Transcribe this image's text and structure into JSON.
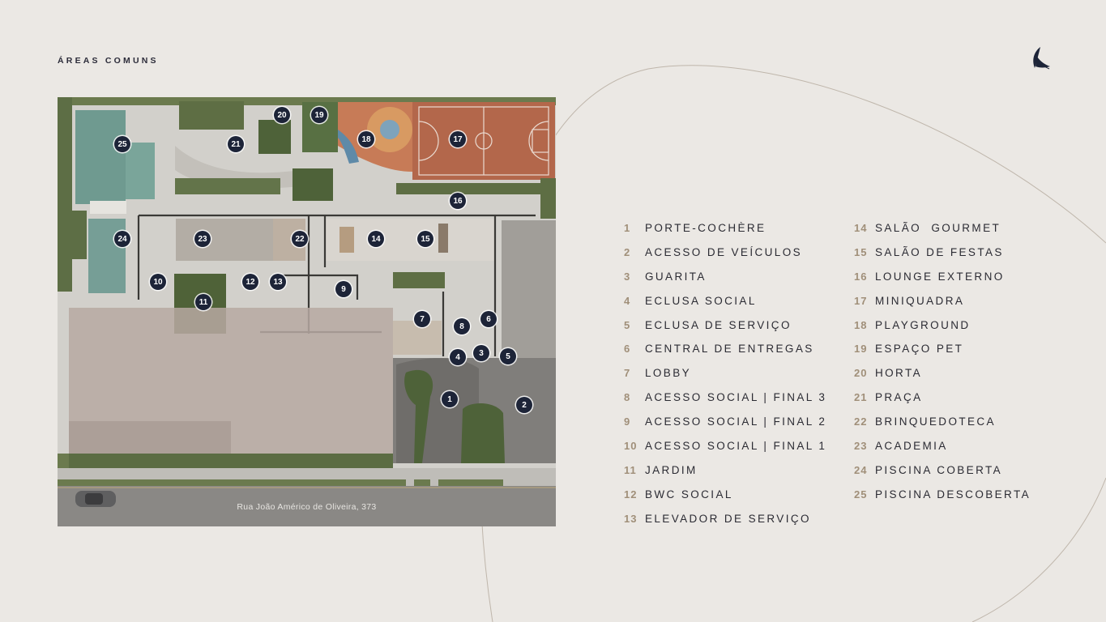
{
  "page": {
    "section_title": "ÁREAS COMUNS",
    "logo_icon": "stylized-wing-logo-icon",
    "accent_color": "#a08f79",
    "marker_color": "#1d2438",
    "background_color": "#ebe8e4"
  },
  "map": {
    "street_label": "Rua João Américo de Oliveira, 373",
    "markers": [
      "1",
      "2",
      "3",
      "4",
      "5",
      "6",
      "7",
      "8",
      "9",
      "10",
      "11",
      "12",
      "13",
      "14",
      "15",
      "16",
      "17",
      "18",
      "19",
      "20",
      "21",
      "22",
      "23",
      "24",
      "25"
    ]
  },
  "legend": {
    "col1": [
      {
        "num": "1",
        "label": "PORTE-COCHÈRE"
      },
      {
        "num": "2",
        "label": "ACESSO DE VEÍCULOS"
      },
      {
        "num": "3",
        "label": "GUARITA"
      },
      {
        "num": "4",
        "label": "ECLUSA SOCIAL"
      },
      {
        "num": "5",
        "label": "ECLUSA DE SERVIÇO"
      },
      {
        "num": "6",
        "label": "CENTRAL DE ENTREGAS"
      },
      {
        "num": "7",
        "label": "LOBBY"
      },
      {
        "num": "8",
        "label": "ACESSO SOCIAL | FINAL 3"
      },
      {
        "num": "9",
        "label": "ACESSO SOCIAL | FINAL 2"
      },
      {
        "num": "10",
        "label": "ACESSO SOCIAL | FINAL 1"
      },
      {
        "num": "11",
        "label": "JARDIM"
      },
      {
        "num": "12",
        "label": "BWC SOCIAL"
      },
      {
        "num": "13",
        "label": "ELEVADOR DE SERVIÇO"
      }
    ],
    "col2": [
      {
        "num": "14",
        "label": "SALÃO  GOURMET"
      },
      {
        "num": "15",
        "label": "SALÃO DE FESTAS"
      },
      {
        "num": "16",
        "label": "LOUNGE EXTERNO"
      },
      {
        "num": "17",
        "label": "MINIQUADRA"
      },
      {
        "num": "18",
        "label": "PLAYGROUND"
      },
      {
        "num": "19",
        "label": "ESPAÇO PET"
      },
      {
        "num": "20",
        "label": "HORTA"
      },
      {
        "num": "21",
        "label": "PRAÇA"
      },
      {
        "num": "22",
        "label": "BRINQUEDOTECA"
      },
      {
        "num": "23",
        "label": "ACADEMIA"
      },
      {
        "num": "24",
        "label": "PISCINA COBERTA"
      },
      {
        "num": "25",
        "label": "PISCINA DESCOBERTA"
      }
    ]
  }
}
